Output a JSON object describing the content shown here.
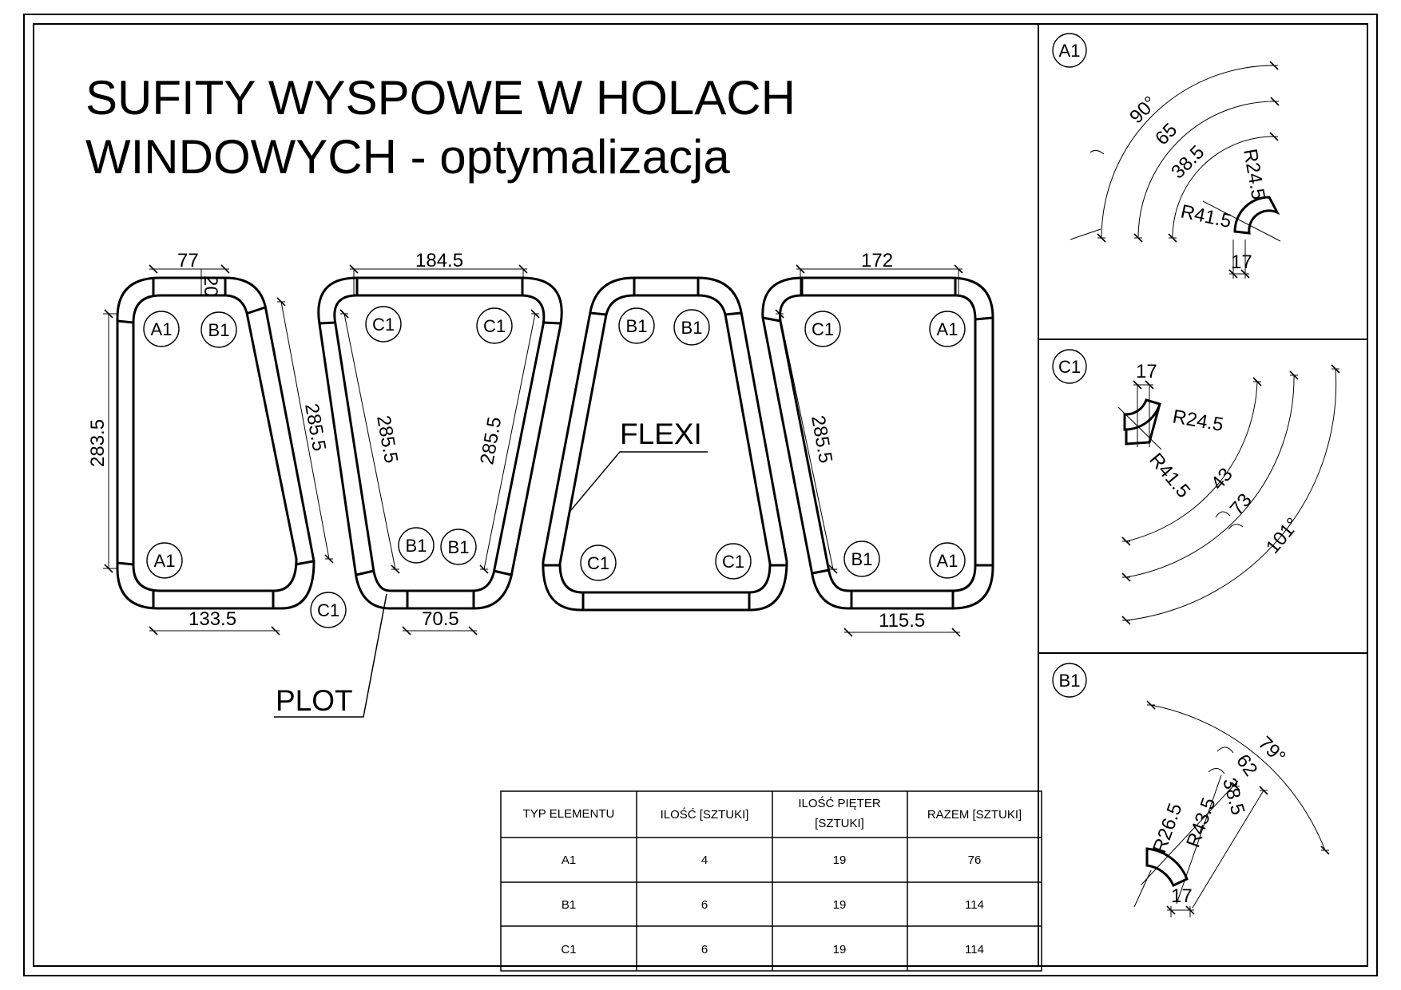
{
  "title": {
    "line1": "SUFITY WYSPOWE W HOLACH",
    "line2": "WINDOWYCH - optymalizacja"
  },
  "panels": [
    {
      "dims": {
        "top": "77",
        "top_small": "20",
        "left": "283.5",
        "right": "285.5",
        "bottom": "133.5"
      },
      "labels": [
        "A1",
        "B1",
        "A1"
      ],
      "extra_label": "C1"
    },
    {
      "dims": {
        "top": "184.5",
        "left": "285.5",
        "right": "285.5",
        "bottom": "70.5"
      },
      "labels": [
        "C1",
        "C1",
        "B1",
        "B1"
      ]
    },
    {
      "dims": {},
      "labels": [
        "B1",
        "B1",
        "C1",
        "C1"
      ]
    },
    {
      "dims": {
        "top": "172",
        "left": "285.5",
        "bottom": "115.5"
      },
      "labels": [
        "C1",
        "A1",
        "B1",
        "A1"
      ]
    }
  ],
  "callouts": {
    "flexi": "FLEXI",
    "plot": "PLOT"
  },
  "details": {
    "a1": {
      "label": "A1",
      "angle": "90°",
      "arcs": [
        "65",
        "38.5"
      ],
      "radii": [
        "R24.5",
        "R41.5"
      ],
      "width": "17"
    },
    "c1": {
      "label": "C1",
      "width": "17",
      "radii": [
        "R24.5",
        "R41.5"
      ],
      "arcs": [
        "43",
        "73"
      ],
      "angle": "101°"
    },
    "b1": {
      "label": "B1",
      "angle": "79°",
      "arcs": [
        "62",
        "38.5"
      ],
      "radii": [
        "R26.5",
        "R43.5"
      ],
      "width": "17"
    }
  },
  "table": {
    "headers": [
      "TYP ELEMENTU",
      "ILOŚĆ [SZTUKI]",
      "ILOŚĆ PIĘTER",
      "[SZTUKI]",
      "RAZEM [SZTUKI]"
    ],
    "rows": [
      [
        "A1",
        "4",
        "19",
        "76"
      ],
      [
        "B1",
        "6",
        "19",
        "114"
      ],
      [
        "C1",
        "6",
        "19",
        "114"
      ]
    ]
  }
}
